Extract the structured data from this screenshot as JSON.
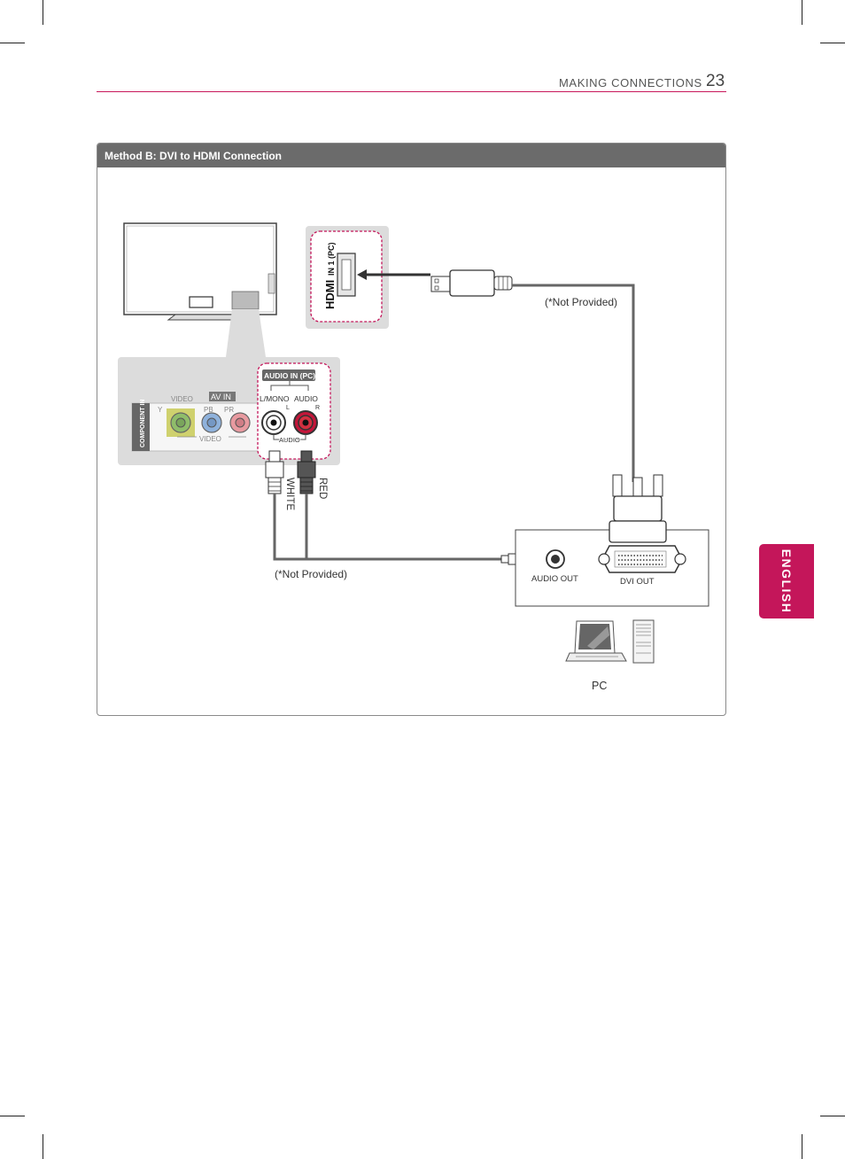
{
  "header": {
    "section_title": "MAKING CONNECTIONS",
    "page_number": "23"
  },
  "side_tab": {
    "label": "ENGLISH"
  },
  "panel": {
    "title": "Method B: DVI to HDMI Connection"
  },
  "diagram": {
    "hdmi_port_label": "IN 1 (PC)",
    "audio_in_pc_label": "AUDIO IN (PC)",
    "av_in_label": "AV IN",
    "video_label_top": "VIDEO",
    "video_label_bottom": "VIDEO",
    "component_in_label": "COMPONENT IN",
    "y_label": "Y",
    "pb_label": "PB",
    "pr_label": "PR",
    "l_mono_label": "L/MONO",
    "audio_right_label": "AUDIO",
    "l_label": "L",
    "r_label": "R",
    "audio_label": "AUDIO",
    "white_label": "WHITE",
    "red_label": "RED",
    "not_provided_hdmi": "(*Not Provided)",
    "not_provided_audio": "(*Not Provided)",
    "audio_out_label": "AUDIO OUT",
    "dvi_out_label": "DVI OUT",
    "pc_label": "PC"
  }
}
